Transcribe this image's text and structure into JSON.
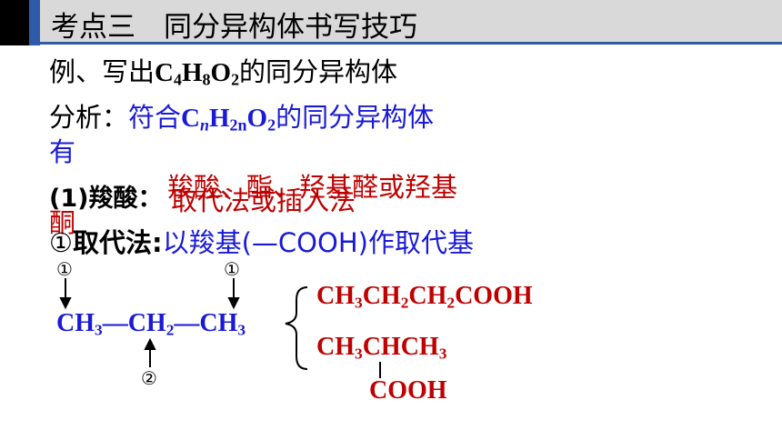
{
  "header": {
    "title": "考点三　同分异构体书写技巧"
  },
  "example": {
    "prefix": "例、写出",
    "formula_parts": [
      "C",
      "4",
      "H",
      "8",
      "O",
      "2"
    ],
    "suffix": "的同分异构体"
  },
  "analysis": {
    "label": "分析：",
    "text_prefix": "符合",
    "formula_parts": [
      "C",
      "n",
      "H",
      "2n",
      "O",
      "2"
    ],
    "text_suffix_line1": "的同分异构体",
    "text_line2": "有"
  },
  "item1": {
    "label": "(1)羧酸：",
    "method": "取代法或插入法",
    "overlap_line1": "羧酸、酯、羟基醛或羟基",
    "overlap_line2": "酮"
  },
  "substitution": {
    "circle": "①",
    "label": "取代法:",
    "text": "以羧基(—COOH)作取代基"
  },
  "diagram": {
    "markers": {
      "left_top": "①",
      "right_top": "①",
      "bottom": "②"
    },
    "chain": [
      "CH",
      "3",
      "—CH",
      "2",
      "—CH",
      "3"
    ],
    "products": {
      "p1": [
        "CH",
        "3",
        "CH",
        "2",
        "CH",
        "2",
        "COOH"
      ],
      "p2_line1": [
        "CH",
        "3",
        "CHCH",
        "3"
      ],
      "p2_branch": "COOH"
    }
  }
}
